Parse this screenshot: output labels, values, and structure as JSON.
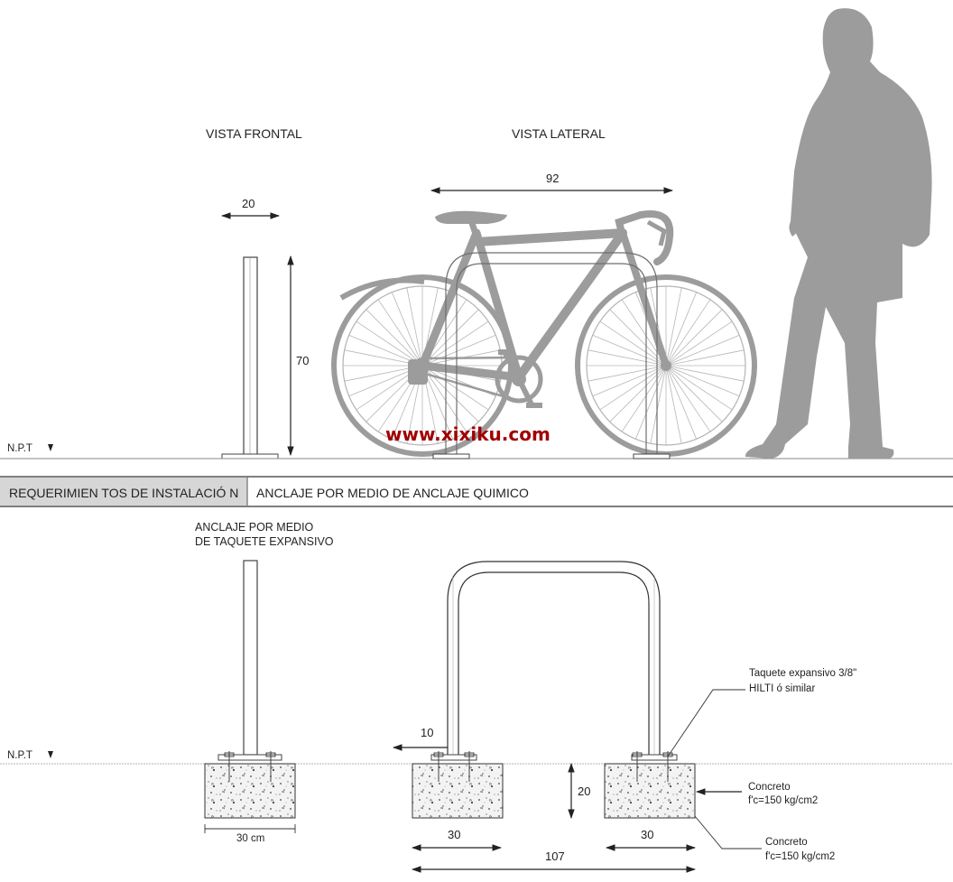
{
  "views": {
    "front_title": "VISTA FRONTAL",
    "side_title": "VISTA LATERAL"
  },
  "dimensions": {
    "post_width": "20",
    "post_height": "70",
    "rack_length": "92",
    "offset": "10",
    "footing_depth": "20",
    "footing_width_left": "30",
    "footing_width_right": "30",
    "total_width": "107",
    "single_footing": "30 cm"
  },
  "levels": {
    "top_npt": "N.P.T",
    "bottom_npt": "N.P.T"
  },
  "requirements_bar": {
    "label": "REQUERIMIEN TOS DE INSTALACIÓ N",
    "value": "ANCLAJE POR MEDIO DE ANCLAJE QUIMICO"
  },
  "notes": {
    "anchor_line1": "ANCLAJE POR MEDIO",
    "anchor_line2": "DE TAQUETE EXPANSIVO",
    "bolt_line1": "Taquete expansivo 3/8\"",
    "bolt_line2": "HILTI ó similar",
    "concrete1_line1": "Concreto",
    "concrete1_line2": "f'c=150 kg/cm2",
    "concrete2_line1": "Concreto",
    "concrete2_line2": "f'c=150 kg/cm2"
  },
  "watermark": "www.xixiku.com"
}
